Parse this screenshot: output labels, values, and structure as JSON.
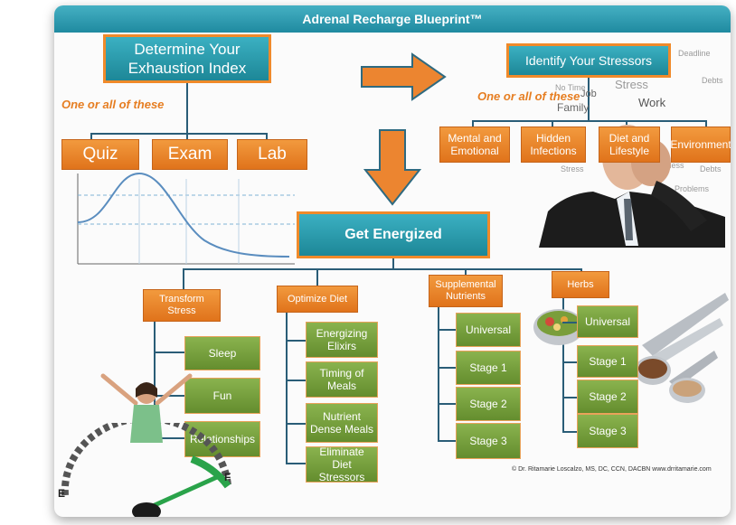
{
  "title": "Adrenal Recharge Blueprint™",
  "exhaustion": {
    "label": "Determine Your Exhaustion Index",
    "note": "One or all of these",
    "tests": [
      "Quiz",
      "Exam",
      "Lab"
    ]
  },
  "stressors": {
    "label": "Identify Your Stressors",
    "note": "One or all of these",
    "items": [
      "Mental and Emotional",
      "Hidden Infections",
      "Diet and Lifestyle",
      "Environment"
    ],
    "word_cloud": [
      "No Time",
      "Stress",
      "Deadline",
      "Job",
      "Family",
      "Work",
      "Debts",
      "Business",
      "Problems",
      "Debts",
      "Stress"
    ]
  },
  "energized": {
    "label": "Get Energized",
    "categories": [
      {
        "label": "Transform Stress",
        "items": [
          "Sleep",
          "Fun",
          "Relationships"
        ]
      },
      {
        "label": "Optimize Diet",
        "items": [
          "Energizing Elixirs",
          "Timing of Meals",
          "Nutrient Dense Meals",
          "Eliminate Diet Stressors"
        ]
      },
      {
        "label": "Supplemental Nutrients",
        "items": [
          "Universal",
          "Stage 1",
          "Stage 2",
          "Stage 3"
        ]
      },
      {
        "label": "Herbs",
        "items": [
          "Universal",
          "Stage 1",
          "Stage 2",
          "Stage 3"
        ]
      }
    ]
  },
  "gauge": {
    "empty_label": "E",
    "full_label": "F"
  },
  "credit": "© Dr. Ritamarie Loscalzo, MS, DC, CCN, DACBN   www.drritamarie.com",
  "colors": {
    "teal": "#2aa0b4",
    "orange": "#ec8530",
    "green": "#769f3c",
    "title_bar": "#35a4b8"
  }
}
